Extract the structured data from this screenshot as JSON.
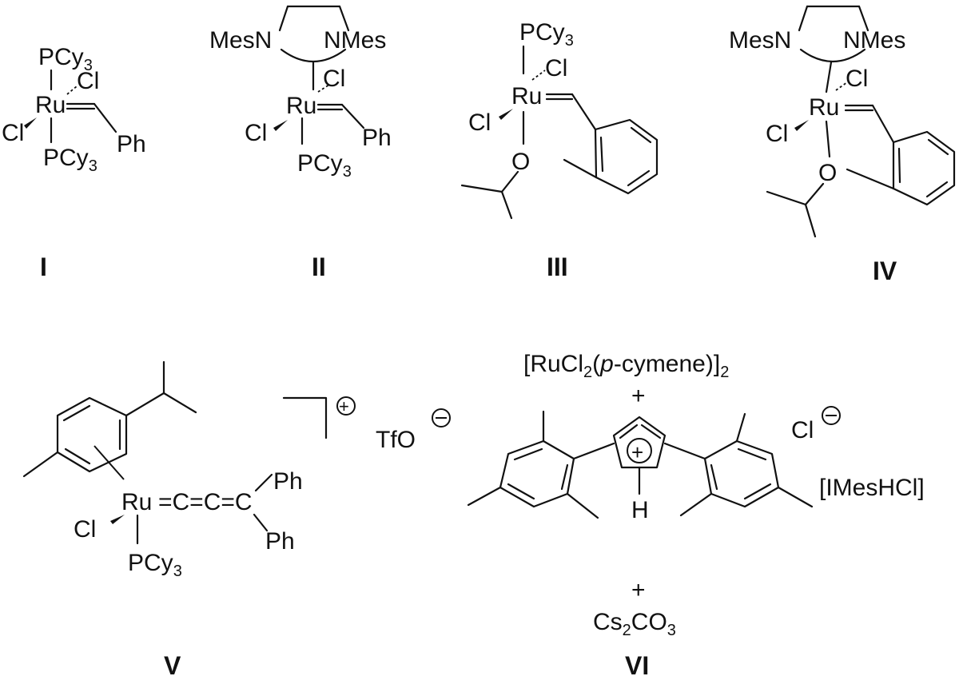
{
  "compounds": {
    "I": {
      "label": "I",
      "top": "PCy3",
      "metal": "Ru",
      "cl_upper": "Cl",
      "cl_lower": "Cl",
      "bottom": "PCy3",
      "sub": "Ph"
    },
    "II": {
      "label": "II",
      "n_left": "MesN",
      "n_right": "NMes",
      "metal": "Ru",
      "cl_upper": "Cl",
      "cl_lower": "Cl",
      "bottom": "PCy3",
      "sub": "Ph"
    },
    "III": {
      "label": "III",
      "top": "PCy3",
      "metal": "Ru",
      "cl_upper": "Cl",
      "cl_lower": "Cl",
      "oxygen": "O"
    },
    "IV": {
      "label": "IV",
      "n_left": "MesN",
      "n_right": "NMes",
      "metal": "Ru",
      "cl_upper": "Cl",
      "cl_lower": "Cl",
      "oxygen": "O"
    },
    "V": {
      "label": "V",
      "metal": "Ru",
      "chain": "=C=C=C",
      "ph_top": "Ph",
      "ph_bottom": "Ph",
      "cl": "Cl",
      "bottom": "PCy3",
      "counterion": "TfO"
    },
    "VI": {
      "label": "VI",
      "reagent_top": "[RuCl2(p-cymene)]2",
      "plus": "+",
      "h": "H",
      "anion": "Cl",
      "salt": "[IMesHCl]",
      "base": "Cs2CO3"
    }
  }
}
